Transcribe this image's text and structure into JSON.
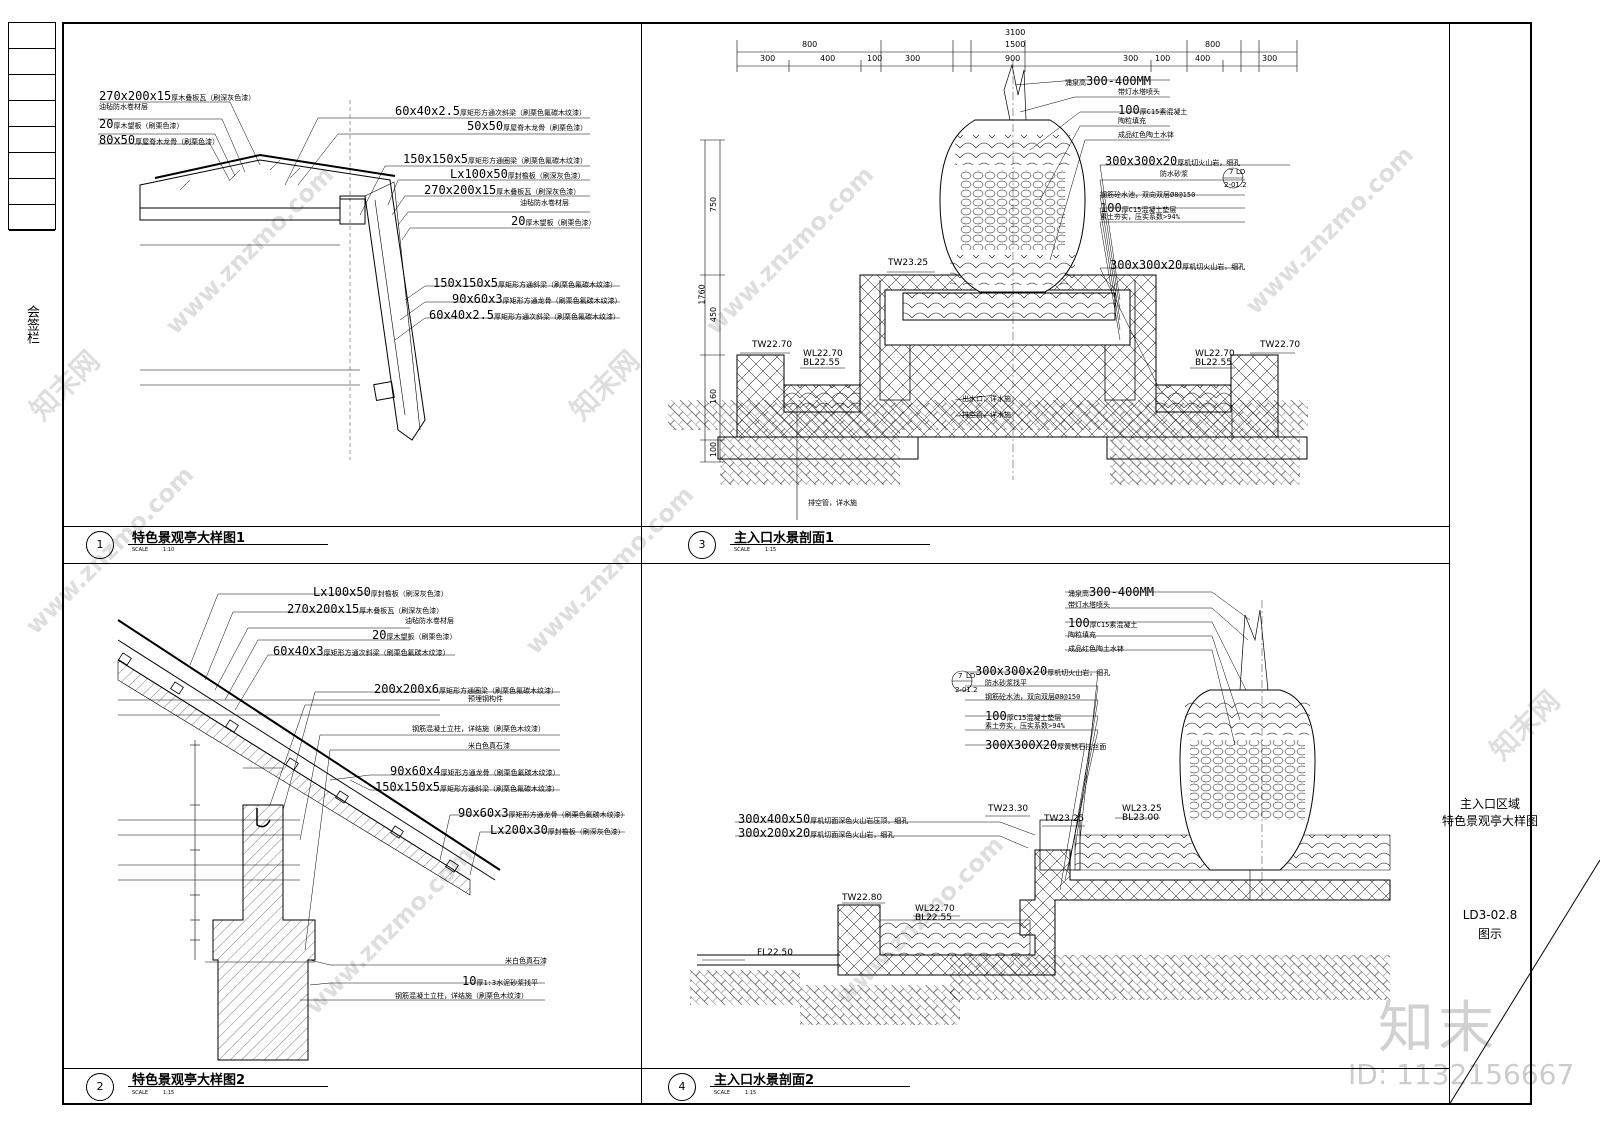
{
  "sidebar": {
    "label": "会签栏"
  },
  "panels": [
    {
      "number": "1",
      "title": "特色景观亭大样图1",
      "scale_label": "SCALE",
      "scale": "1:10"
    },
    {
      "number": "3",
      "title": "主入口水景剖面1",
      "scale_label": "SCALE",
      "scale": "1:15"
    },
    {
      "number": "2",
      "title": "特色景观亭大样图2",
      "scale_label": "SCALE",
      "scale": "1:15"
    },
    {
      "number": "4",
      "title": "主入口水景剖面2",
      "scale_label": "SCALE",
      "scale": "1:15"
    }
  ],
  "panel1_annotations": [
    {
      "big": "270x200x15",
      "small": "厚木叠板瓦（刷深灰色漆）"
    },
    {
      "big": "",
      "small": "油毡防水卷材层"
    },
    {
      "big": "20",
      "small": "厚木望板（刷栗色漆）"
    },
    {
      "big": "80x50",
      "small": "厚屋脊木龙骨（刷栗色漆）"
    },
    {
      "big": "60x40x2.5",
      "small": "厚矩形方通次斜梁（刷栗色氟碳木纹漆）"
    },
    {
      "big": "50x50",
      "small": "厚屋脊木龙骨（刷栗色漆）"
    },
    {
      "big": "150x150x5",
      "small": "厚矩形方通圈梁（刷栗色氟碳木纹漆）"
    },
    {
      "big": "Lx100x50",
      "small": "厚封檐板（刷深灰色漆）"
    },
    {
      "big": "270x200x15",
      "small": "厚木叠板瓦（刷深灰色漆）"
    },
    {
      "big": "",
      "small": "油毡防水卷材层"
    },
    {
      "big": "20",
      "small": "厚木望板（刷栗色漆）"
    },
    {
      "big": "150x150x5",
      "small": "厚矩形方通斜梁（刷栗色氟碳木纹漆）"
    },
    {
      "big": "90x60x3",
      "small": "厚矩形方通龙骨（刷栗色氟碳木纹漆）"
    },
    {
      "big": "60x40x2.5",
      "small": "厚矩形方通次斜梁（刷栗色氟碳木纹漆）"
    }
  ],
  "panel2_annotations": [
    {
      "big": "Lx100x50",
      "small": "厚封檐板（刷深灰色漆）"
    },
    {
      "big": "270x200x15",
      "small": "厚木叠板瓦（刷深灰色漆）"
    },
    {
      "big": "",
      "small": "油毡防水卷材层"
    },
    {
      "big": "20",
      "small": "厚木望板（刷栗色漆）"
    },
    {
      "big": "60x40x3",
      "small": "厚矩形方通次斜梁（刷栗色氟碳木纹漆）"
    },
    {
      "big": "200x200x6",
      "small": "厚矩形方通圈梁（刷栗色氟碳木纹漆）"
    },
    {
      "big": "",
      "small": "预埋钢构件"
    },
    {
      "big": "",
      "small": "钢筋混凝土立柱，详结施（刷栗色木纹漆）"
    },
    {
      "big": "",
      "small": "米白色真石漆"
    },
    {
      "big": "90x60x4",
      "small": "厚矩形方通龙骨（刷栗色氟碳木纹漆）"
    },
    {
      "big": "150x150x5",
      "small": "厚矩形方通斜梁（刷栗色氟碳木纹漆）"
    },
    {
      "big": "90x60x3",
      "small": "厚矩形方通龙骨（刷栗色氟碳木纹漆）"
    },
    {
      "big": "Lx200x30",
      "small": "厚封檐板（刷深灰色漆）"
    },
    {
      "big": "",
      "small": "米白色真石漆"
    },
    {
      "big": "10",
      "small": "厚1:3水泥砂浆找平"
    },
    {
      "big": "",
      "small": "钢筋混凝土立柱，详结施（刷栗色木纹漆）"
    }
  ],
  "panel3": {
    "dims_top": [
      "800",
      "400",
      "100",
      "300",
      "900",
      "300",
      "100",
      "400",
      "800"
    ],
    "dims_bottom": [
      "300",
      "400",
      "100",
      "300",
      "300",
      "100",
      "400",
      "300"
    ],
    "dim_total": "3100",
    "dim_mid": "1500",
    "dims_left": [
      "750",
      "450",
      "160",
      "100"
    ],
    "dim_left_total": "1760",
    "annotations": [
      {
        "big": "300-400MM",
        "small": "涌泉高"
      },
      {
        "big": "",
        "small": "带灯水塔喷头"
      },
      {
        "big": "100",
        "small": "厚C15素混凝土"
      },
      {
        "big": "",
        "small": "陶粒填充"
      },
      {
        "big": "",
        "small": "成品红色陶土水钵"
      },
      {
        "big": "300x300x20",
        "small": "厚机切火山岩，细孔"
      },
      {
        "big": "",
        "small": "防水砂浆"
      },
      {
        "big": "",
        "small": "钢筋砼水池，双向双层Ø8@150"
      },
      {
        "big": "100",
        "small": "厚C15混凝土垫层"
      },
      {
        "big": "",
        "small": "素土夯实，压实系数>94%"
      },
      {
        "big": "300x300x20",
        "small": "厚机切火山岩，细孔"
      }
    ],
    "levels": [
      "TW23.25",
      "TW22.70",
      "WL22.70",
      "BL22.55",
      "WL22.70",
      "BL22.55",
      "TW22.70"
    ],
    "notes": [
      "出水口，详水施",
      "排空管，详水施",
      "排空管，详水施"
    ],
    "detail_ref": {
      "num": "7",
      "code": "LD",
      "sheet": "2-01.2"
    }
  },
  "panel4": {
    "annotations_top": [
      {
        "big": "300-400MM",
        "small": "涌泉高"
      },
      {
        "big": "",
        "small": "带灯水塔喷头"
      },
      {
        "big": "100",
        "small": "厚C15素混凝土"
      },
      {
        "big": "",
        "small": "陶粒填充"
      },
      {
        "big": "",
        "small": "成品红色陶土水钵"
      }
    ],
    "annotations_left": [
      {
        "big": "300x300x20",
        "small": "厚机切火山岩，细孔"
      },
      {
        "big": "",
        "small": "防水砂浆找平"
      },
      {
        "big": "",
        "small": "钢筋砼水池，双向双层Ø8@150"
      },
      {
        "big": "100",
        "small": "厚C15混凝土垫层"
      },
      {
        "big": "",
        "small": "素土夯实，压实系数>94%"
      },
      {
        "big": "300X300X20",
        "small": "厚黄锈石拉丝面"
      }
    ],
    "annotations_cap": [
      {
        "big": "300x400x50",
        "small": "厚机切面深色火山岩压顶，细孔"
      },
      {
        "big": "300x200x20",
        "small": "厚机切面深色火山岩，细孔"
      }
    ],
    "levels": [
      "TW23.30",
      "TW23.25",
      "WL23.25",
      "BL23.00",
      "TW22.80",
      "WL22.70",
      "BL22.55",
      "FL22.50"
    ],
    "detail_ref": {
      "num": "7",
      "code": "LD",
      "sheet": "2-01.2"
    }
  },
  "title_block": {
    "title_line1": "主入口区域",
    "title_line2": "特色景观亭大样图",
    "drawing_no": "LD3-02.8",
    "drawing_type": "图示"
  },
  "watermarks": {
    "site": "www.znzmo.com",
    "brand": "知末网",
    "logo": "知末",
    "id": "ID: 1132156667"
  }
}
